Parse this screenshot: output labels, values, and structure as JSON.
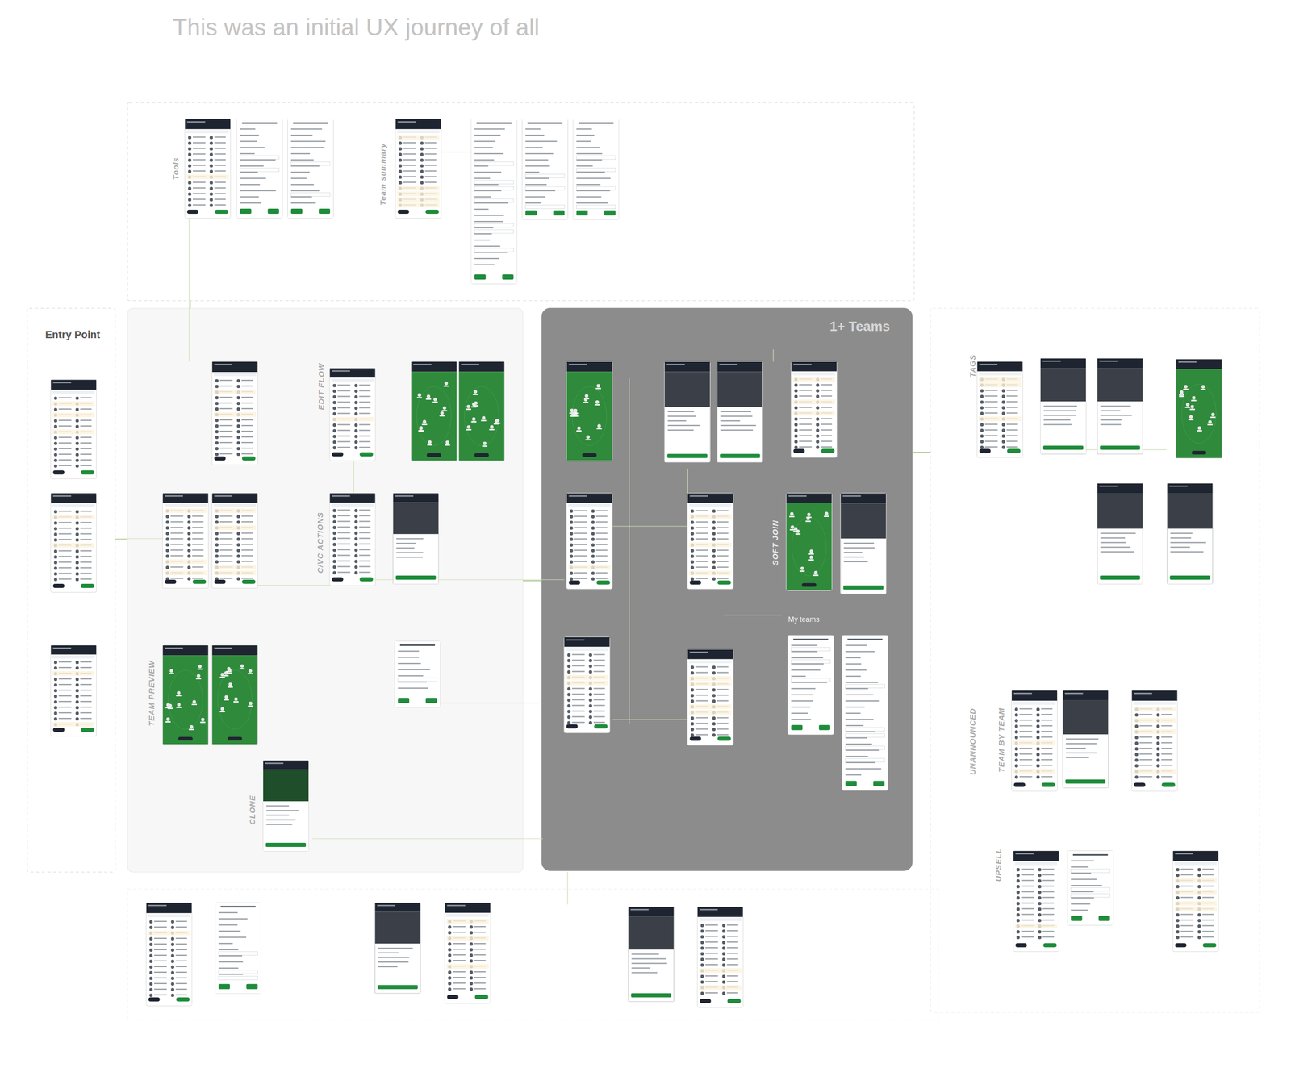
{
  "diagram": {
    "title": "This was an initial UX journey of all",
    "nodes": [
      {
        "text": [
          "Tools",
          "Team summary"
        ]
      },
      {
        "text": [
          "Entry Point"
        ]
      },
      {
        "text": [
          "EDIT FLOW",
          "C/VC ACTIONS",
          "TEAM PREVIEW",
          "CLONE"
        ]
      },
      {
        "text": [
          "1+ Teams",
          "SOFT JOIN",
          "My teams"
        ]
      },
      {
        "text": [
          "TAGS",
          "UNANNOUNCED",
          "TEAM BY TEAM",
          "UPSELL"
        ]
      }
    ],
    "edges": [
      {
        "from": 0,
        "to": 2,
        "arrow": "none"
      },
      {
        "from": 1,
        "to": 2,
        "arrow": "none"
      },
      {
        "from": 2,
        "to": 3,
        "arrow": "none"
      },
      {
        "from": 3,
        "to": 4,
        "arrow": "none"
      }
    ]
  }
}
